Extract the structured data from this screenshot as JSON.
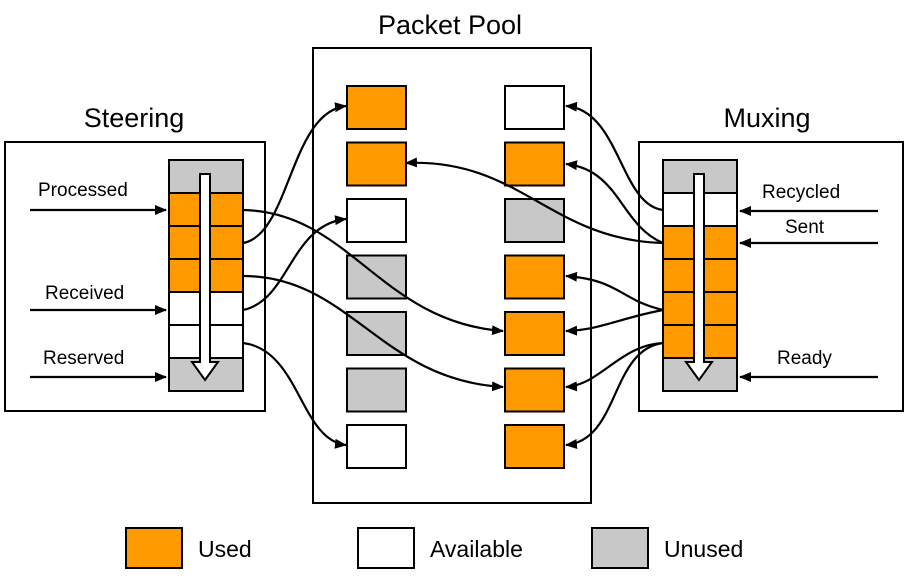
{
  "titles": {
    "pool": "Packet Pool",
    "steering": "Steering",
    "muxing": "Muxing"
  },
  "steering_labels": [
    "Processed",
    "Received",
    "Reserved"
  ],
  "muxing_labels": [
    "Recycled",
    "Sent",
    "Ready"
  ],
  "legend": [
    {
      "label": "Used",
      "color": "#ff9900"
    },
    {
      "label": "Available",
      "color": "#ffffff"
    },
    {
      "label": "Unused",
      "color": "#c8c8c8"
    }
  ],
  "colors": {
    "used": "#ff9900",
    "available": "#ffffff",
    "unused": "#c8c8c8"
  },
  "pool_left_column": [
    "used",
    "used",
    "available",
    "unused",
    "unused",
    "unused",
    "available"
  ],
  "pool_right_column": [
    "available",
    "used",
    "unused",
    "used",
    "used",
    "used",
    "used"
  ],
  "steering_ring": [
    "unused",
    "used",
    "used",
    "used",
    "available",
    "available",
    "unused"
  ],
  "muxing_ring": [
    "unused",
    "available",
    "used",
    "used",
    "used",
    "used",
    "unused"
  ]
}
